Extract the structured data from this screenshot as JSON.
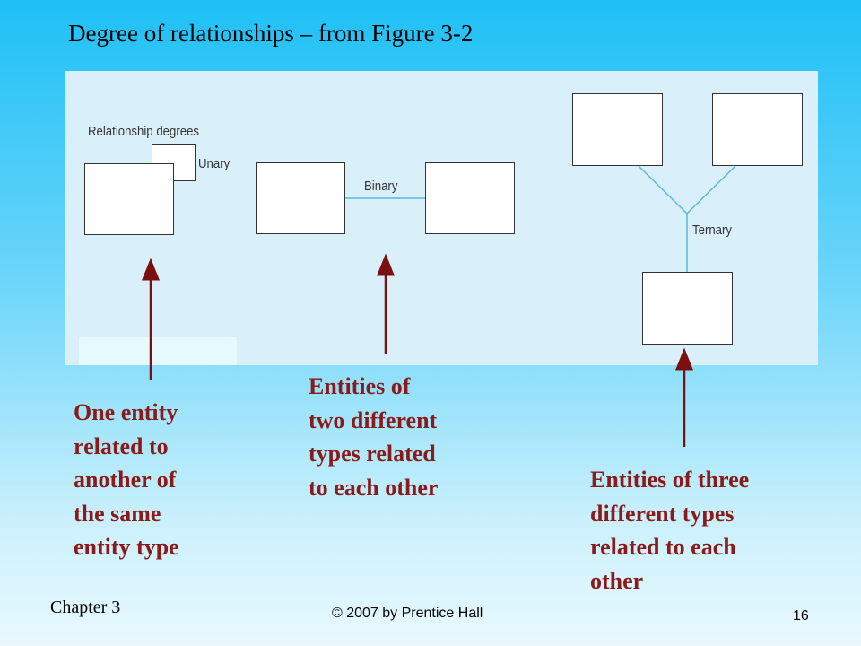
{
  "slide": {
    "title": "Degree of relationships – from Figure 3-2"
  },
  "figure": {
    "heading": "Relationship degrees",
    "unary_label": "Unary",
    "binary_label": "Binary",
    "ternary_label": "Ternary"
  },
  "callouts": {
    "unary_lines": [
      "One entity",
      "related to",
      "another of",
      "the same",
      "entity type"
    ],
    "binary_lines": [
      "Entities of",
      "two different",
      "types related",
      "to each other"
    ],
    "ternary_lines": [
      "Entities of three",
      "different types",
      "related to each",
      "other"
    ]
  },
  "colors": {
    "callout_text": "#8b1a1a",
    "arrow": "#7a1010",
    "connector": "#5ab8d8",
    "figure_bg": "#d9f0fb"
  },
  "footer": {
    "chapter": "Chapter 3",
    "copyright": "© 2007 by Prentice Hall",
    "page_number": "16"
  }
}
